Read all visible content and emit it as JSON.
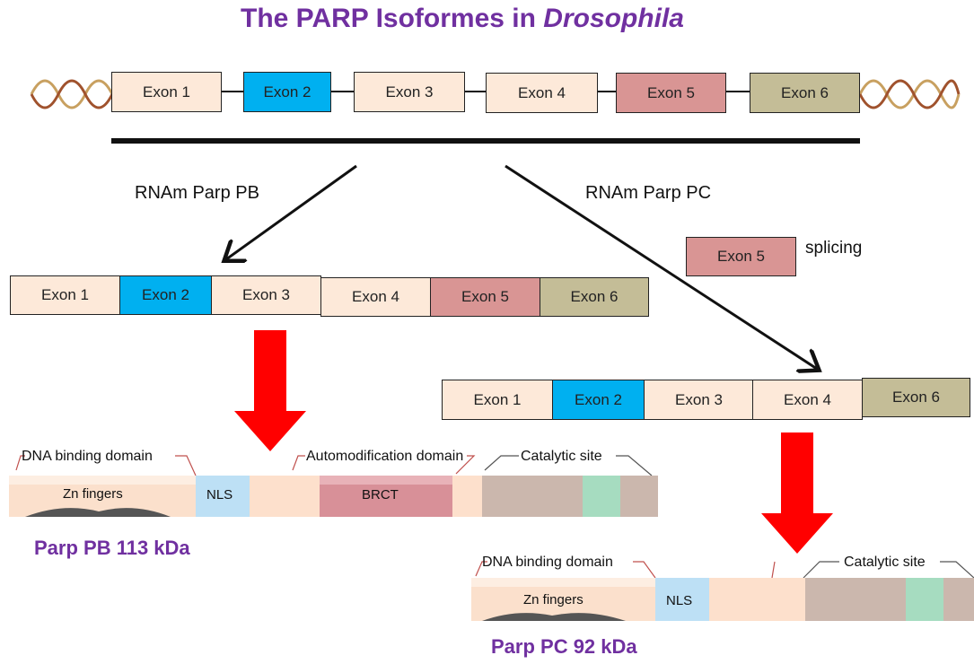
{
  "title": {
    "prefix": "The PARP Isoformes in ",
    "italic": "Drosophila"
  },
  "gene": {
    "exons": [
      "Exon 1",
      "Exon 2",
      "Exon 3",
      "Exon 4",
      "Exon 5",
      "Exon 6"
    ]
  },
  "transcripts": {
    "pb": {
      "label": "RNAm Parp PB",
      "exons": [
        "Exon 1",
        "Exon 2",
        "Exon 3",
        "Exon 4",
        "Exon 5",
        "Exon 6"
      ]
    },
    "pc": {
      "label": "RNAm Parp PC",
      "spliced_exon": "Exon 5",
      "splicing_label": "splicing",
      "exons": [
        "Exon 1",
        "Exon 2",
        "Exon 3",
        "Exon 4",
        "Exon 6"
      ]
    }
  },
  "proteins": {
    "pb": {
      "dna_binding_label": "DNA binding domain",
      "automod_label": "Automodification domain",
      "catalytic_label": "Catalytic site",
      "zn_label": "Zn fingers",
      "nls_label": "NLS",
      "brct_label": "BRCT",
      "name": "Parp PB 113 kDa"
    },
    "pc": {
      "dna_binding_label": "DNA binding domain",
      "catalytic_label": "Catalytic site",
      "zn_label": "Zn fingers",
      "nls_label": "NLS",
      "name": "Parp PC 92 kDa"
    }
  },
  "colors": {
    "title": "#7030a0",
    "exon_peach": "#fde9d9",
    "exon_blue": "#00b0f0",
    "exon_rose": "#d99594",
    "exon_khaki": "#c4bd97",
    "arrow_red": "#ff0000"
  }
}
